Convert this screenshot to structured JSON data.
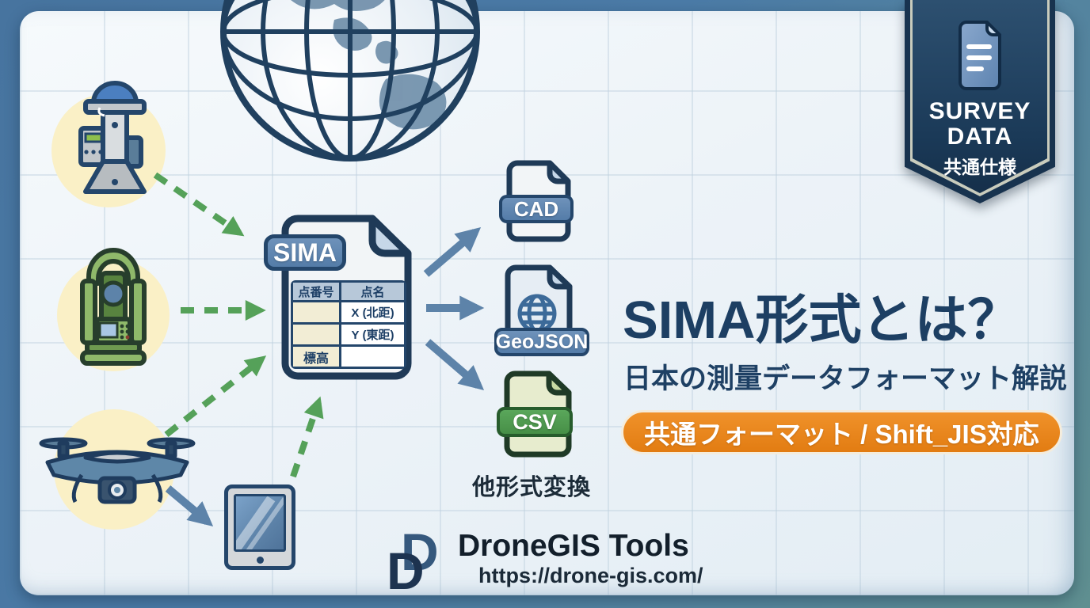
{
  "ribbon": {
    "line1": "SURVEY",
    "line2": "DATA",
    "line3": "共通仕様"
  },
  "sima": {
    "label": "SIMA",
    "table": {
      "headers": [
        "点番号",
        "点名"
      ],
      "rows": [
        [
          "",
          "X (北距)"
        ],
        [
          "",
          "Y (東距)"
        ],
        [
          "標高",
          ""
        ]
      ]
    }
  },
  "outputs": {
    "cad": "CAD",
    "geojson": "GeoJSON",
    "csv": "CSV",
    "caption": "他形式変換"
  },
  "headline": {
    "title": "SIMA形式とは？",
    "subtitle": "日本の測量データフォーマット解説",
    "badge": "共通フォーマット / Shift_JIS対応"
  },
  "footer": {
    "brand": "DroneGIS Tools",
    "url": "https://drone-gis.com/"
  },
  "icons": {
    "globe": "globe-icon",
    "gnss": "gnss-receiver-icon",
    "total_station": "total-station-icon",
    "drone": "drone-icon",
    "tablet": "tablet-icon",
    "ribbon_document": "document-icon",
    "geojson_globe": "globe-glyph-icon",
    "logo": "dronegis-d-logo-icon"
  },
  "colors": {
    "navy": "#1d3f63",
    "steel_blue": "#5d83a9",
    "green_arrow": "#55a159",
    "csv_green": "#478f47",
    "accent_orange": "#e8831c",
    "cream": "#faf0c6",
    "frame_blue": "#4b7ba7"
  }
}
